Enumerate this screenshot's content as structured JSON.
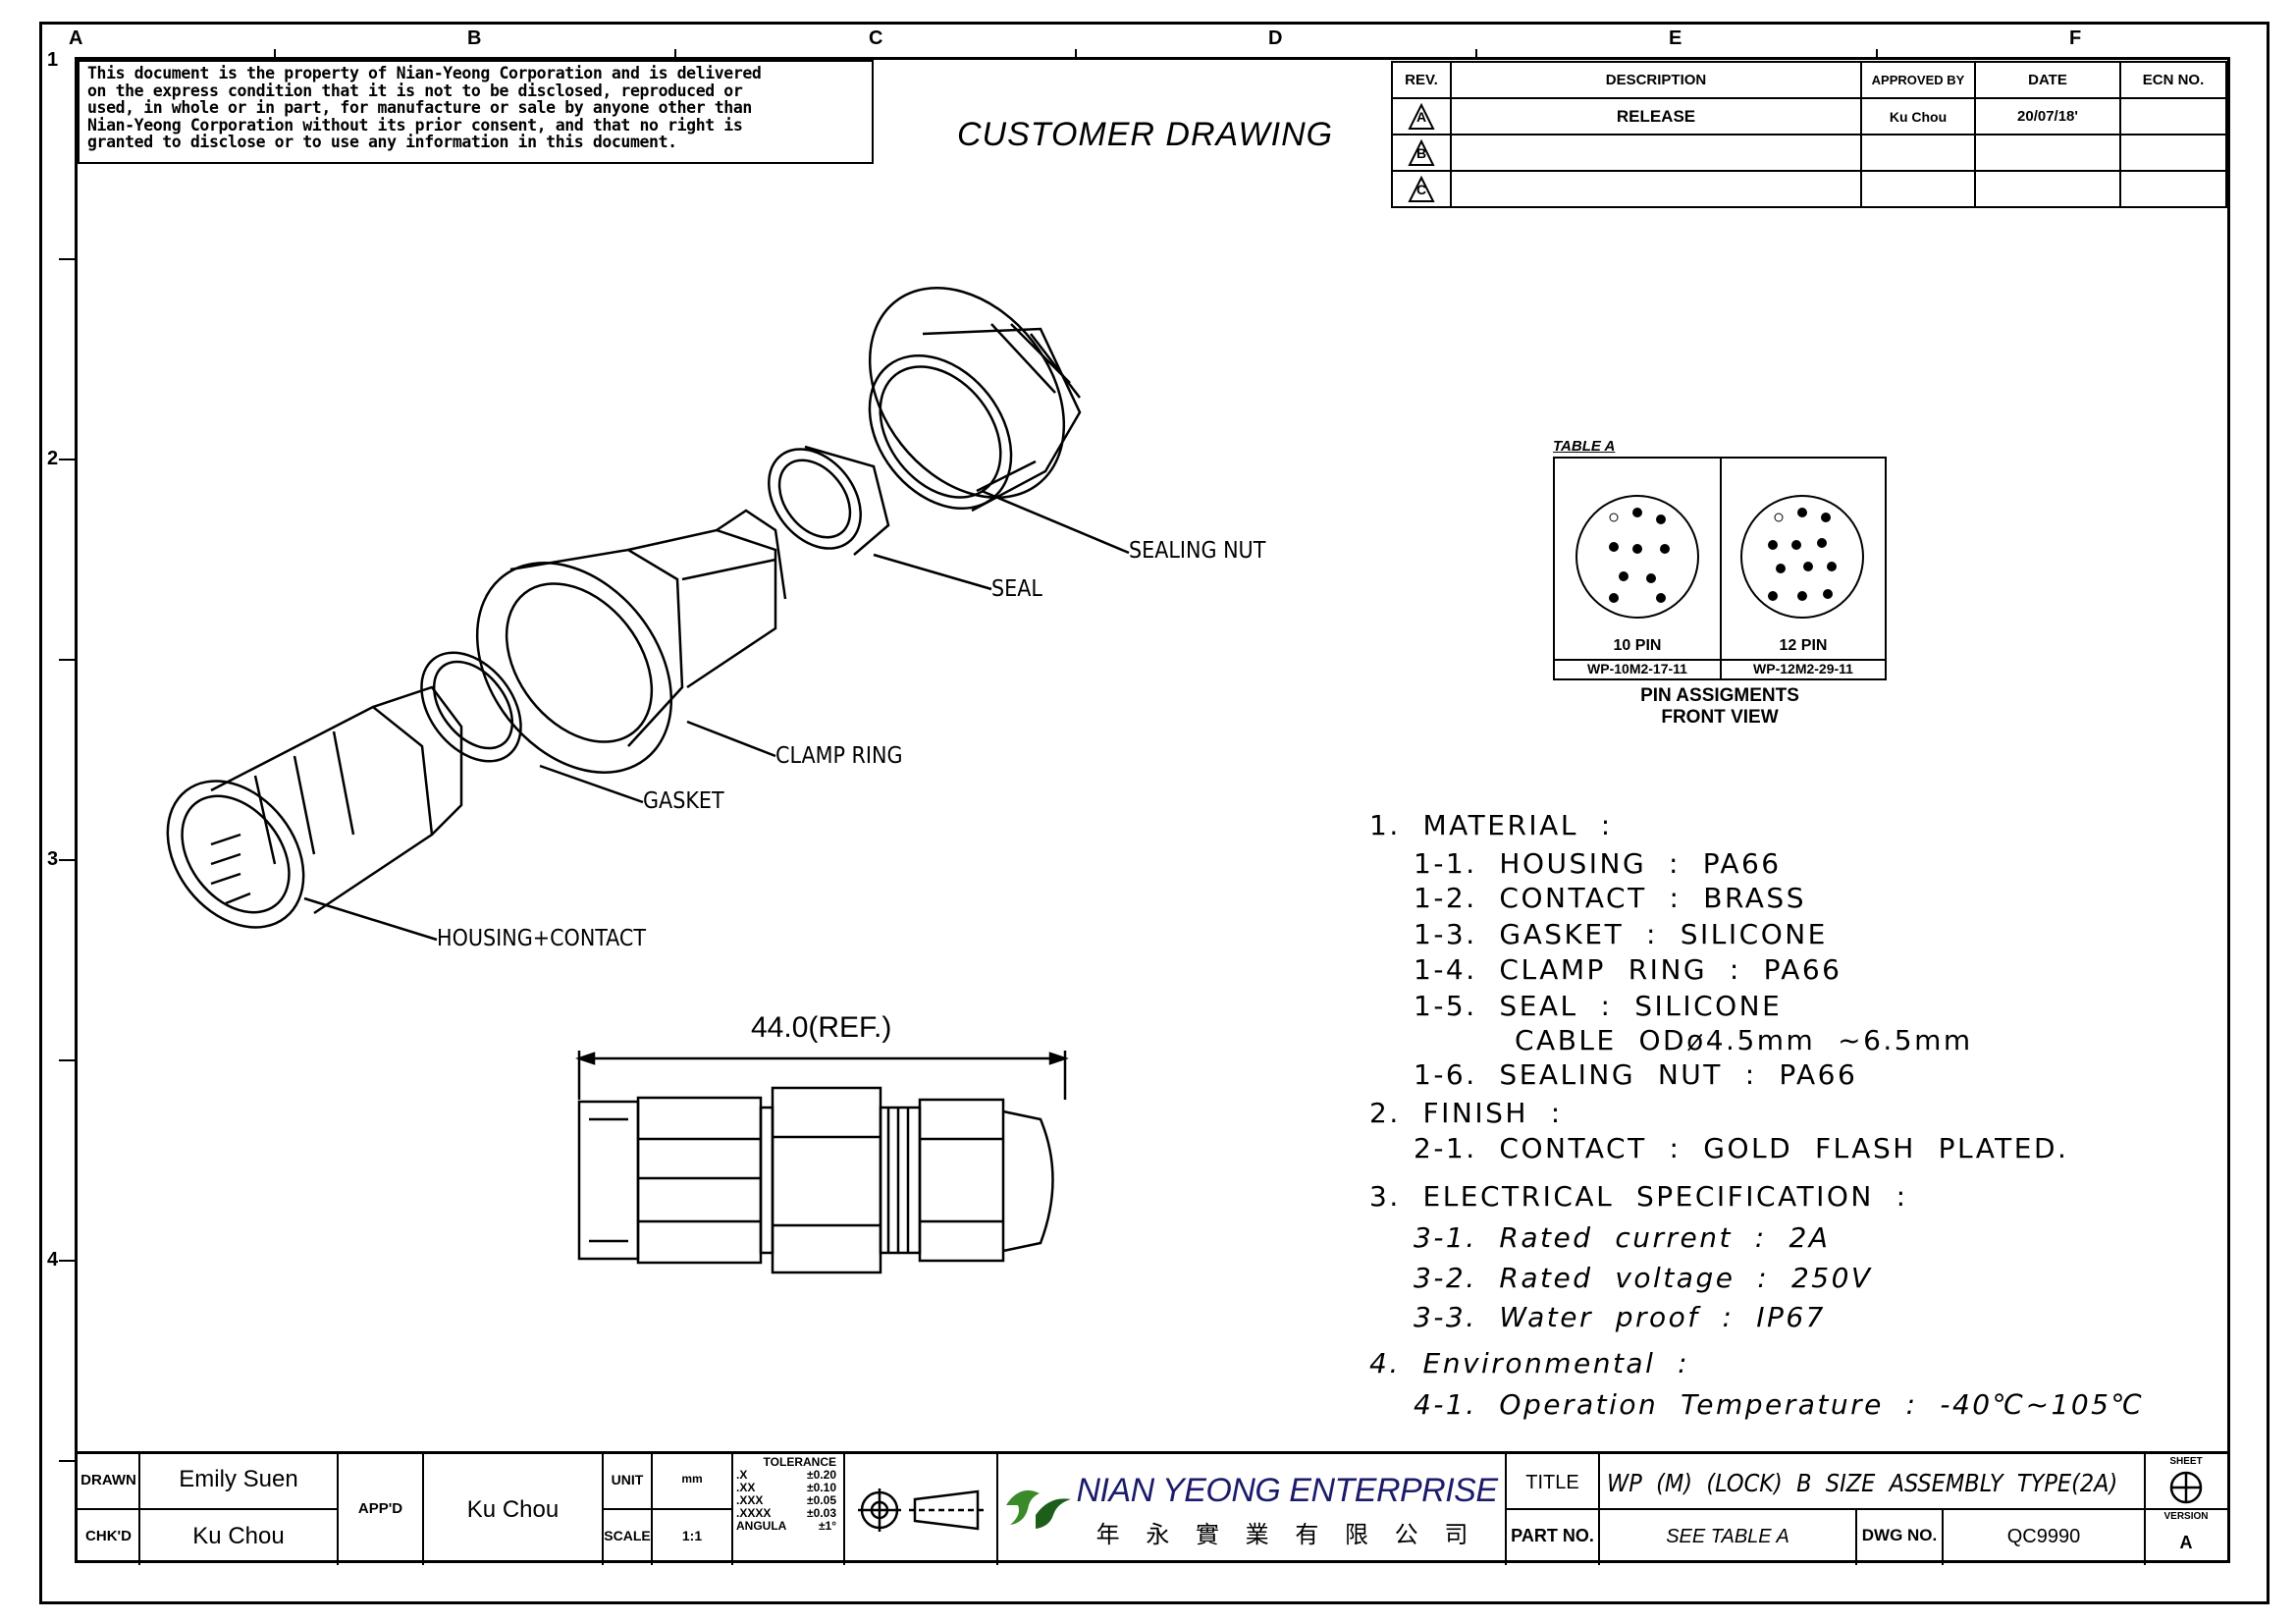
{
  "zones": {
    "columns": [
      "A",
      "B",
      "C",
      "D",
      "E",
      "F"
    ],
    "rows": [
      "1",
      "2",
      "3",
      "4"
    ]
  },
  "notice": {
    "lines": [
      "This document is the property of Nian-Yeong Corporation and is delivered",
      "on  the  express condition that it is not to be disclosed, reproduced or",
      "used, in whole or in part, for manufacture or sale by anyone other than",
      "Nian-Yeong Corporation without  its prior consent, and that  no right  is",
      "granted  to  disclose  or  to  use  any  information  in  this   document."
    ]
  },
  "drawing_title": "CUSTOMER  DRAWING",
  "revision_table": {
    "headers": [
      "REV.",
      "DESCRIPTION",
      "APPROVED BY",
      "DATE",
      "ECN NO."
    ],
    "rows": [
      {
        "rev": "A",
        "description": "RELEASE",
        "approved_by": "Ku Chou",
        "date": "20/07/18'",
        "ecn": ""
      },
      {
        "rev": "B",
        "description": "",
        "approved_by": "",
        "date": "",
        "ecn": ""
      },
      {
        "rev": "C",
        "description": "",
        "approved_by": "",
        "date": "",
        "ecn": ""
      }
    ]
  },
  "callouts": {
    "sealing_nut": "SEALING NUT",
    "seal": "SEAL",
    "clamp_ring": "CLAMP RING",
    "gasket": "GASKET",
    "housing_contact": "HOUSING+CONTACT"
  },
  "dimension": "44.0(REF.)",
  "pin_table": {
    "caption": "TABLE A",
    "cells": [
      {
        "pins": "10  PIN",
        "part": "WP-10M2-17-11"
      },
      {
        "pins": "12  PIN",
        "part": "WP-12M2-29-11"
      }
    ],
    "subtitle_1": "PIN  ASSIGMENTS",
    "subtitle_2": "FRONT  VIEW"
  },
  "specs": [
    {
      "text": "1.  MATERIAL  :",
      "indent": 0
    },
    {
      "text": "1-1.  HOUSING  :  PA66",
      "indent": 1
    },
    {
      "text": "1-2.  CONTACT  :  BRASS",
      "indent": 1
    },
    {
      "text": "1-3.  GASKET  :  SILICONE",
      "indent": 1
    },
    {
      "text": "1-4.  CLAMP  RING  :  PA66",
      "indent": 1
    },
    {
      "text": "1-5.  SEAL  :  SILICONE",
      "indent": 1
    },
    {
      "text": "CABLE  ODø4.5mm  ~6.5mm",
      "indent": 2
    },
    {
      "text": "1-6.  SEALING  NUT  :  PA66",
      "indent": 1
    },
    {
      "text": "2.  FINISH  :",
      "indent": 0
    },
    {
      "text": "2-1.  CONTACT  :  GOLD  FLASH  PLATED.",
      "indent": 1
    },
    {
      "text": "3.  ELECTRICAL  SPECIFICATION  :",
      "indent": 0
    },
    {
      "text": "3-1.  Rated  current  :  2A",
      "indent": 3
    },
    {
      "text": "3-2.  Rated  voltage  :  250V",
      "indent": 3
    },
    {
      "text": "3-3.  Water  proof  :  IP67",
      "indent": 3
    },
    {
      "text": "4.  Environmental  :",
      "indent": 0
    },
    {
      "text": "4-1.  Operation  Temperature  :  -40℃~105℃",
      "indent": 3
    }
  ],
  "title_block": {
    "drawn_label": "DRAWN",
    "drawn_value": "Emily Suen",
    "chkd_label": "CHK'D",
    "chkd_value": "Ku Chou",
    "appd_label": "APP'D",
    "appd_value": "Ku Chou",
    "unit_label": "UNIT",
    "unit_value": "mm",
    "scale_label": "SCALE",
    "scale_value": "1:1",
    "tolerance_title": "TOLERANCE",
    "tolerances": [
      {
        "k": ".X",
        "v": "±0.20"
      },
      {
        "k": ".XX",
        "v": "±0.10"
      },
      {
        "k": ".XXX",
        "v": "±0.05"
      },
      {
        "k": ".XXXX",
        "v": "±0.03"
      },
      {
        "k": "ANGULA",
        "v": "±1°"
      }
    ],
    "company_en": "NIAN YEONG ENTERPRISE",
    "company_zh": "年 永 實 業 有 限 公 司",
    "title_label": "TITLE",
    "title_value": "WP  (M)  (LOCK)  B  SIZE  ASSEMBLY  TYPE(2A)",
    "part_label": "PART NO.",
    "part_value": "SEE TABLE A",
    "dwg_label": "DWG NO.",
    "dwg_value": "QC9990",
    "sheet_label": "SHEET",
    "version_label": "VERSION",
    "version_value": "A"
  },
  "colors": {
    "line": "#000000",
    "logo_green": "#3a8a2a"
  }
}
